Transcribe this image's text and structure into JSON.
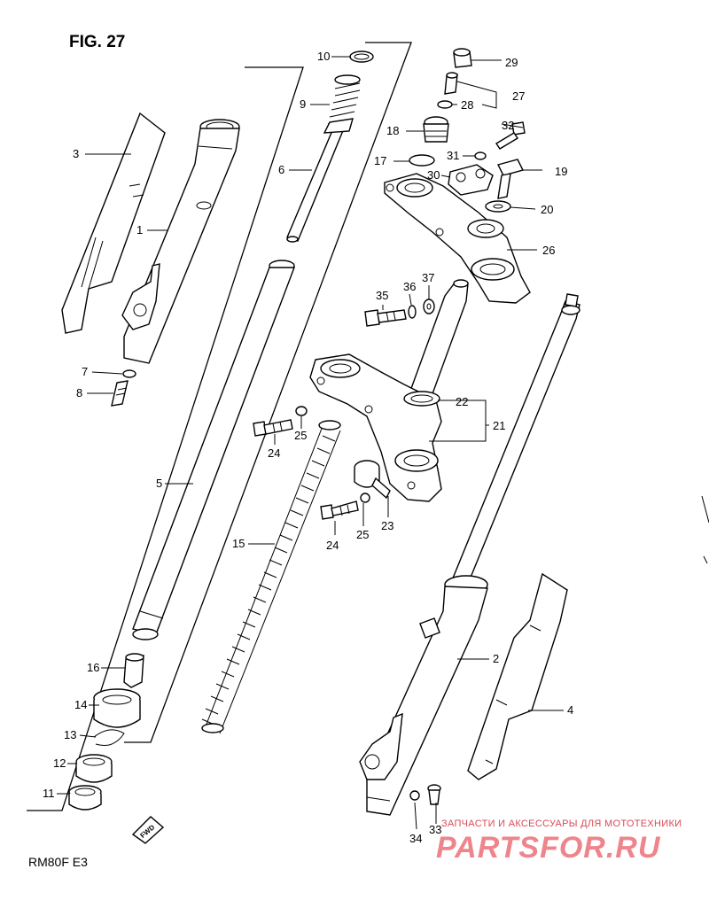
{
  "figure": {
    "title": "FIG. 27",
    "model_code": "RM80F  E3",
    "direction_label": "FWD"
  },
  "watermark": {
    "tagline": "ЗАПЧАСТИ И АКСЕССУАРЫ ДЛЯ МОТОТЕХНИКИ",
    "brand": "PARTSFOR.RU"
  },
  "callouts": {
    "c10": "10",
    "c9": "9",
    "c6": "6",
    "c29": "29",
    "c27": "27",
    "c28": "28",
    "c32": "32",
    "c18": "18",
    "c17": "17",
    "c31": "31",
    "c30": "30",
    "c19": "19",
    "c20": "20",
    "c26": "26",
    "c3": "3",
    "c1": "1",
    "c35": "35",
    "c36": "36",
    "c37": "37",
    "c7": "7",
    "c8": "8",
    "c22": "22",
    "c21": "21",
    "c24a": "24",
    "c25a": "25",
    "c5": "5",
    "c24b": "24",
    "c25b": "25",
    "c23": "23",
    "c15": "15",
    "c16": "16",
    "c14": "14",
    "c13": "13",
    "c12": "12",
    "c11": "11",
    "c2": "2",
    "c4": "4",
    "c34": "34",
    "c33": "33"
  }
}
